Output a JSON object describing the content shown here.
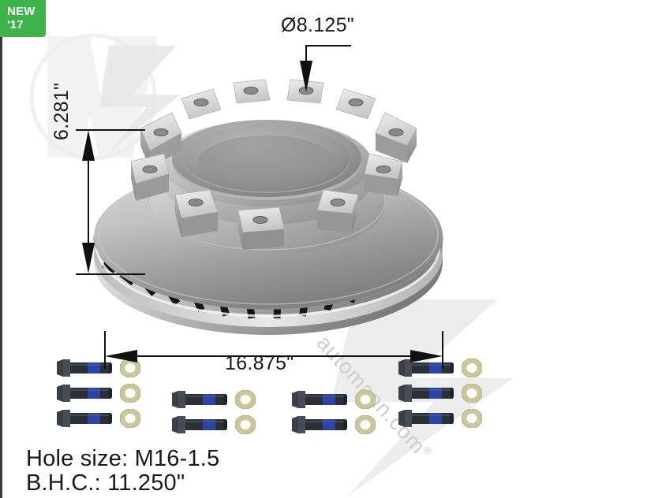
{
  "badge": {
    "line1": "NEW",
    "line2": "'17",
    "color": "#3cb44a",
    "name": "new-2017-badge"
  },
  "product": {
    "type": "vented-brake-rotor",
    "lug_count": 10,
    "description": "Heavy duty vented brake rotor with hub mounting lugs"
  },
  "dimensions": {
    "diameter_bore": "Ø8.125\"",
    "height": "6.281\"",
    "width": "16.875\""
  },
  "specs": [
    "Hole size: M16-1.5",
    "B.H.C.: 11.250\""
  ],
  "hardware": {
    "bolt_label": "wheel-stud-bolt",
    "washer_label": "flat-washer",
    "bolt_color": "#2b2f36",
    "bolt_band_color": "#2a45a8",
    "washer_color": "#cbc79a",
    "columns": [
      3,
      2,
      2,
      3
    ],
    "total_sets": 10
  },
  "watermark": {
    "text": "automann.com",
    "registered": "®",
    "color": "#cdcdcd"
  },
  "colors": {
    "badge_green": "#3cb44a",
    "rotor_light": "#d8d8d8",
    "rotor_mid": "#a8a8a8",
    "rotor_dark": "#6f6f6f",
    "line_black": "#111111"
  }
}
